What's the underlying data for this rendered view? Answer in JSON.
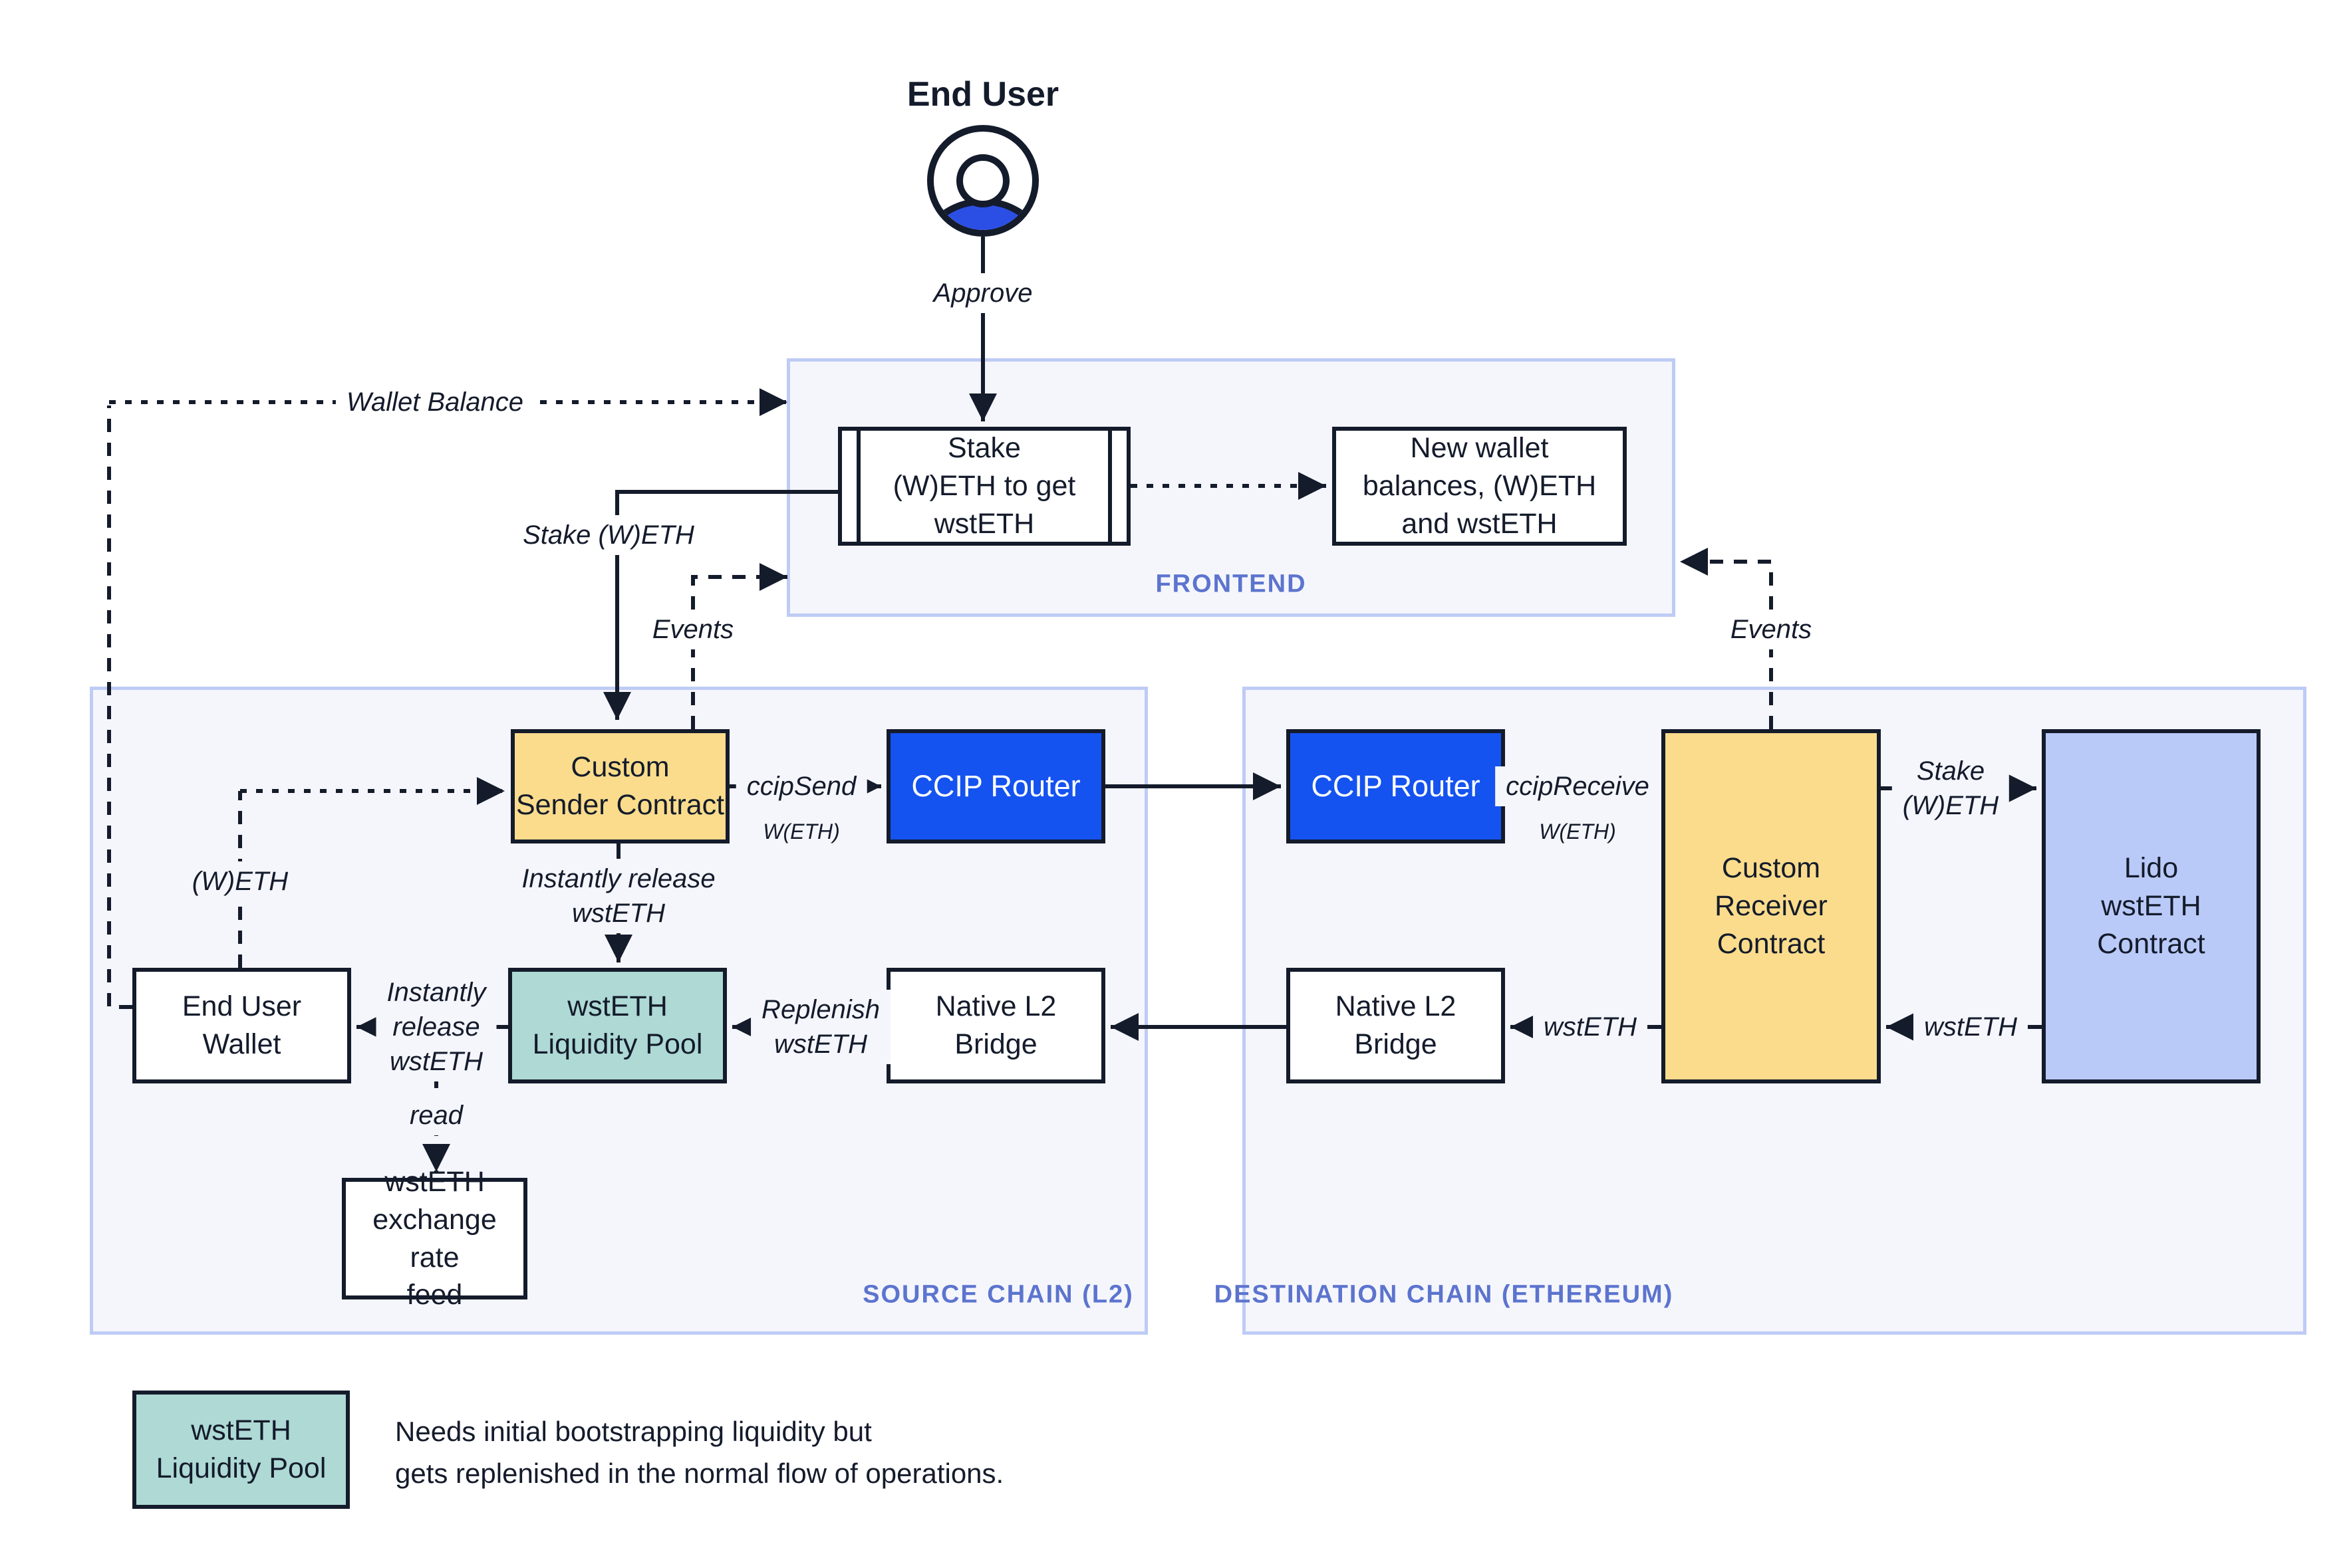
{
  "diagram": {
    "title": "End User",
    "kind": "CCIP wstETH cross-chain staking flow"
  },
  "panels": {
    "frontend": {
      "label": "FRONTEND"
    },
    "source": {
      "label": "SOURCE CHAIN (L2)"
    },
    "destination": {
      "label": "DESTINATION CHAIN (ETHEREUM)"
    }
  },
  "nodes": {
    "stake_form": {
      "label": "Stake\n(W)ETH to get\nwstETH"
    },
    "new_balances": {
      "label": "New wallet\nbalances, (W)ETH\nand wstETH"
    },
    "custom_sender": {
      "label": "Custom\nSender Contract"
    },
    "ccip_router_l2": {
      "label": "CCIP Router"
    },
    "ccip_router_eth": {
      "label": "CCIP Router"
    },
    "custom_receiver": {
      "label": "Custom\nReceiver\nContract"
    },
    "lido_contract": {
      "label": "Lido\nwstETH\nContract"
    },
    "end_user_wallet": {
      "label": "End User\nWallet"
    },
    "liquidity_pool": {
      "label": "wstETH\nLiquidity Pool"
    },
    "native_bridge_l2": {
      "label": "Native L2\nBridge"
    },
    "native_bridge_eth": {
      "label": "Native L2\nBridge"
    },
    "rate_feed": {
      "label": "wstETH\nexchange rate\nfeed"
    }
  },
  "edges": {
    "approve": {
      "label": "Approve"
    },
    "wallet_balance": {
      "label": "Wallet Balance"
    },
    "stake_weth_left": {
      "label": "Stake (W)ETH"
    },
    "events_left": {
      "label": "Events"
    },
    "events_right": {
      "label": "Events"
    },
    "weth": {
      "label": "(W)ETH"
    },
    "ccip_send": {
      "label": "ccipSend",
      "token": "W(ETH)"
    },
    "ccip_receive": {
      "label": "ccipReceive",
      "token": "W(ETH)"
    },
    "stake_weth_right": {
      "label": "Stake\n(W)ETH"
    },
    "instantly_release_v": {
      "label": "Instantly release\nwstETH"
    },
    "instantly_release_h": {
      "label": "Instantly\nrelease\nwstETH"
    },
    "read": {
      "label": "read"
    },
    "replenish": {
      "label": "Replenish\nwstETH"
    },
    "wsteth_to_bridge": {
      "label": "wstETH"
    },
    "wsteth_from_lido": {
      "label": "wstETH"
    }
  },
  "legend": {
    "box_label": "wstETH\nLiquidity Pool",
    "note": "Needs initial bootstrapping liquidity but\ngets replenished in the normal flow of operations."
  },
  "colors": {
    "ink": "#141b2b",
    "panel_background": "#f5f6fc",
    "panel_border": "#becbf5",
    "panel_label": "#5c74ce",
    "contract_yellow": "#fadc8c",
    "pool_teal": "#aed9d5",
    "router_blue": "#1553f0",
    "lido_periwinkle": "#bacaf8",
    "avatar_blue": "#2b4fe5"
  }
}
